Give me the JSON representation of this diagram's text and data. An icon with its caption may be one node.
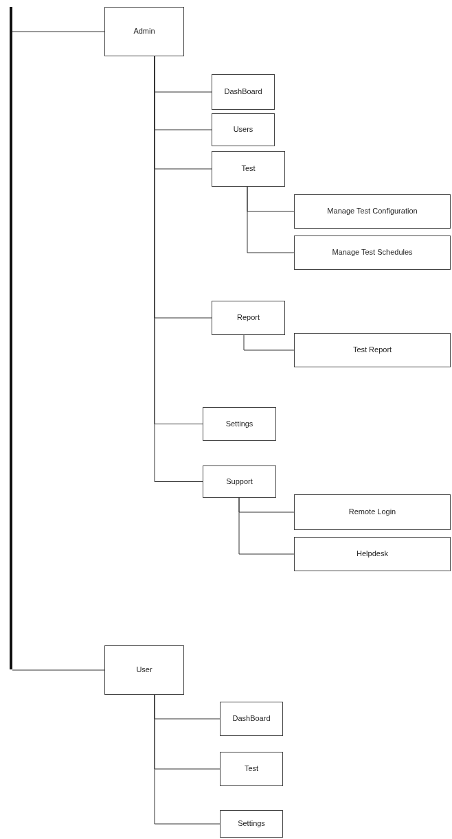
{
  "diagram": {
    "nodes": [
      {
        "text": [],
        "shape": "bar"
      },
      {
        "text": [
          "Admin"
        ]
      },
      {
        "text": [
          "DashBoard"
        ]
      },
      {
        "text": [
          "Users"
        ]
      },
      {
        "text": [
          "Test"
        ]
      },
      {
        "text": [
          "Manage Test Configuration"
        ]
      },
      {
        "text": [
          "Manage Test Schedules"
        ]
      },
      {
        "text": [
          "Report"
        ]
      },
      {
        "text": [
          "Test Report"
        ]
      },
      {
        "text": [
          "Settings"
        ]
      },
      {
        "text": [
          "Support"
        ]
      },
      {
        "text": [
          "Remote Login"
        ]
      },
      {
        "text": [
          "Helpdesk"
        ]
      },
      {
        "text": [
          "User"
        ]
      },
      {
        "text": [
          "DashBoard"
        ]
      },
      {
        "text": [
          "Test"
        ]
      },
      {
        "text": [
          "Settings"
        ]
      }
    ],
    "edges": [
      {
        "from": 0,
        "to": 1,
        "arrow": "none"
      },
      {
        "from": 1,
        "to": 2,
        "arrow": "none"
      },
      {
        "from": 1,
        "to": 3,
        "arrow": "none"
      },
      {
        "from": 1,
        "to": 4,
        "arrow": "none"
      },
      {
        "from": 4,
        "to": 5,
        "arrow": "none"
      },
      {
        "from": 4,
        "to": 6,
        "arrow": "none"
      },
      {
        "from": 1,
        "to": 7,
        "arrow": "none"
      },
      {
        "from": 7,
        "to": 8,
        "arrow": "none"
      },
      {
        "from": 1,
        "to": 9,
        "arrow": "none"
      },
      {
        "from": 1,
        "to": 10,
        "arrow": "none"
      },
      {
        "from": 10,
        "to": 11,
        "arrow": "none"
      },
      {
        "from": 10,
        "to": 12,
        "arrow": "none"
      },
      {
        "from": 0,
        "to": 13,
        "arrow": "none"
      },
      {
        "from": 13,
        "to": 14,
        "arrow": "none"
      },
      {
        "from": 13,
        "to": 15,
        "arrow": "none"
      },
      {
        "from": 13,
        "to": 16,
        "arrow": "none"
      }
    ]
  }
}
